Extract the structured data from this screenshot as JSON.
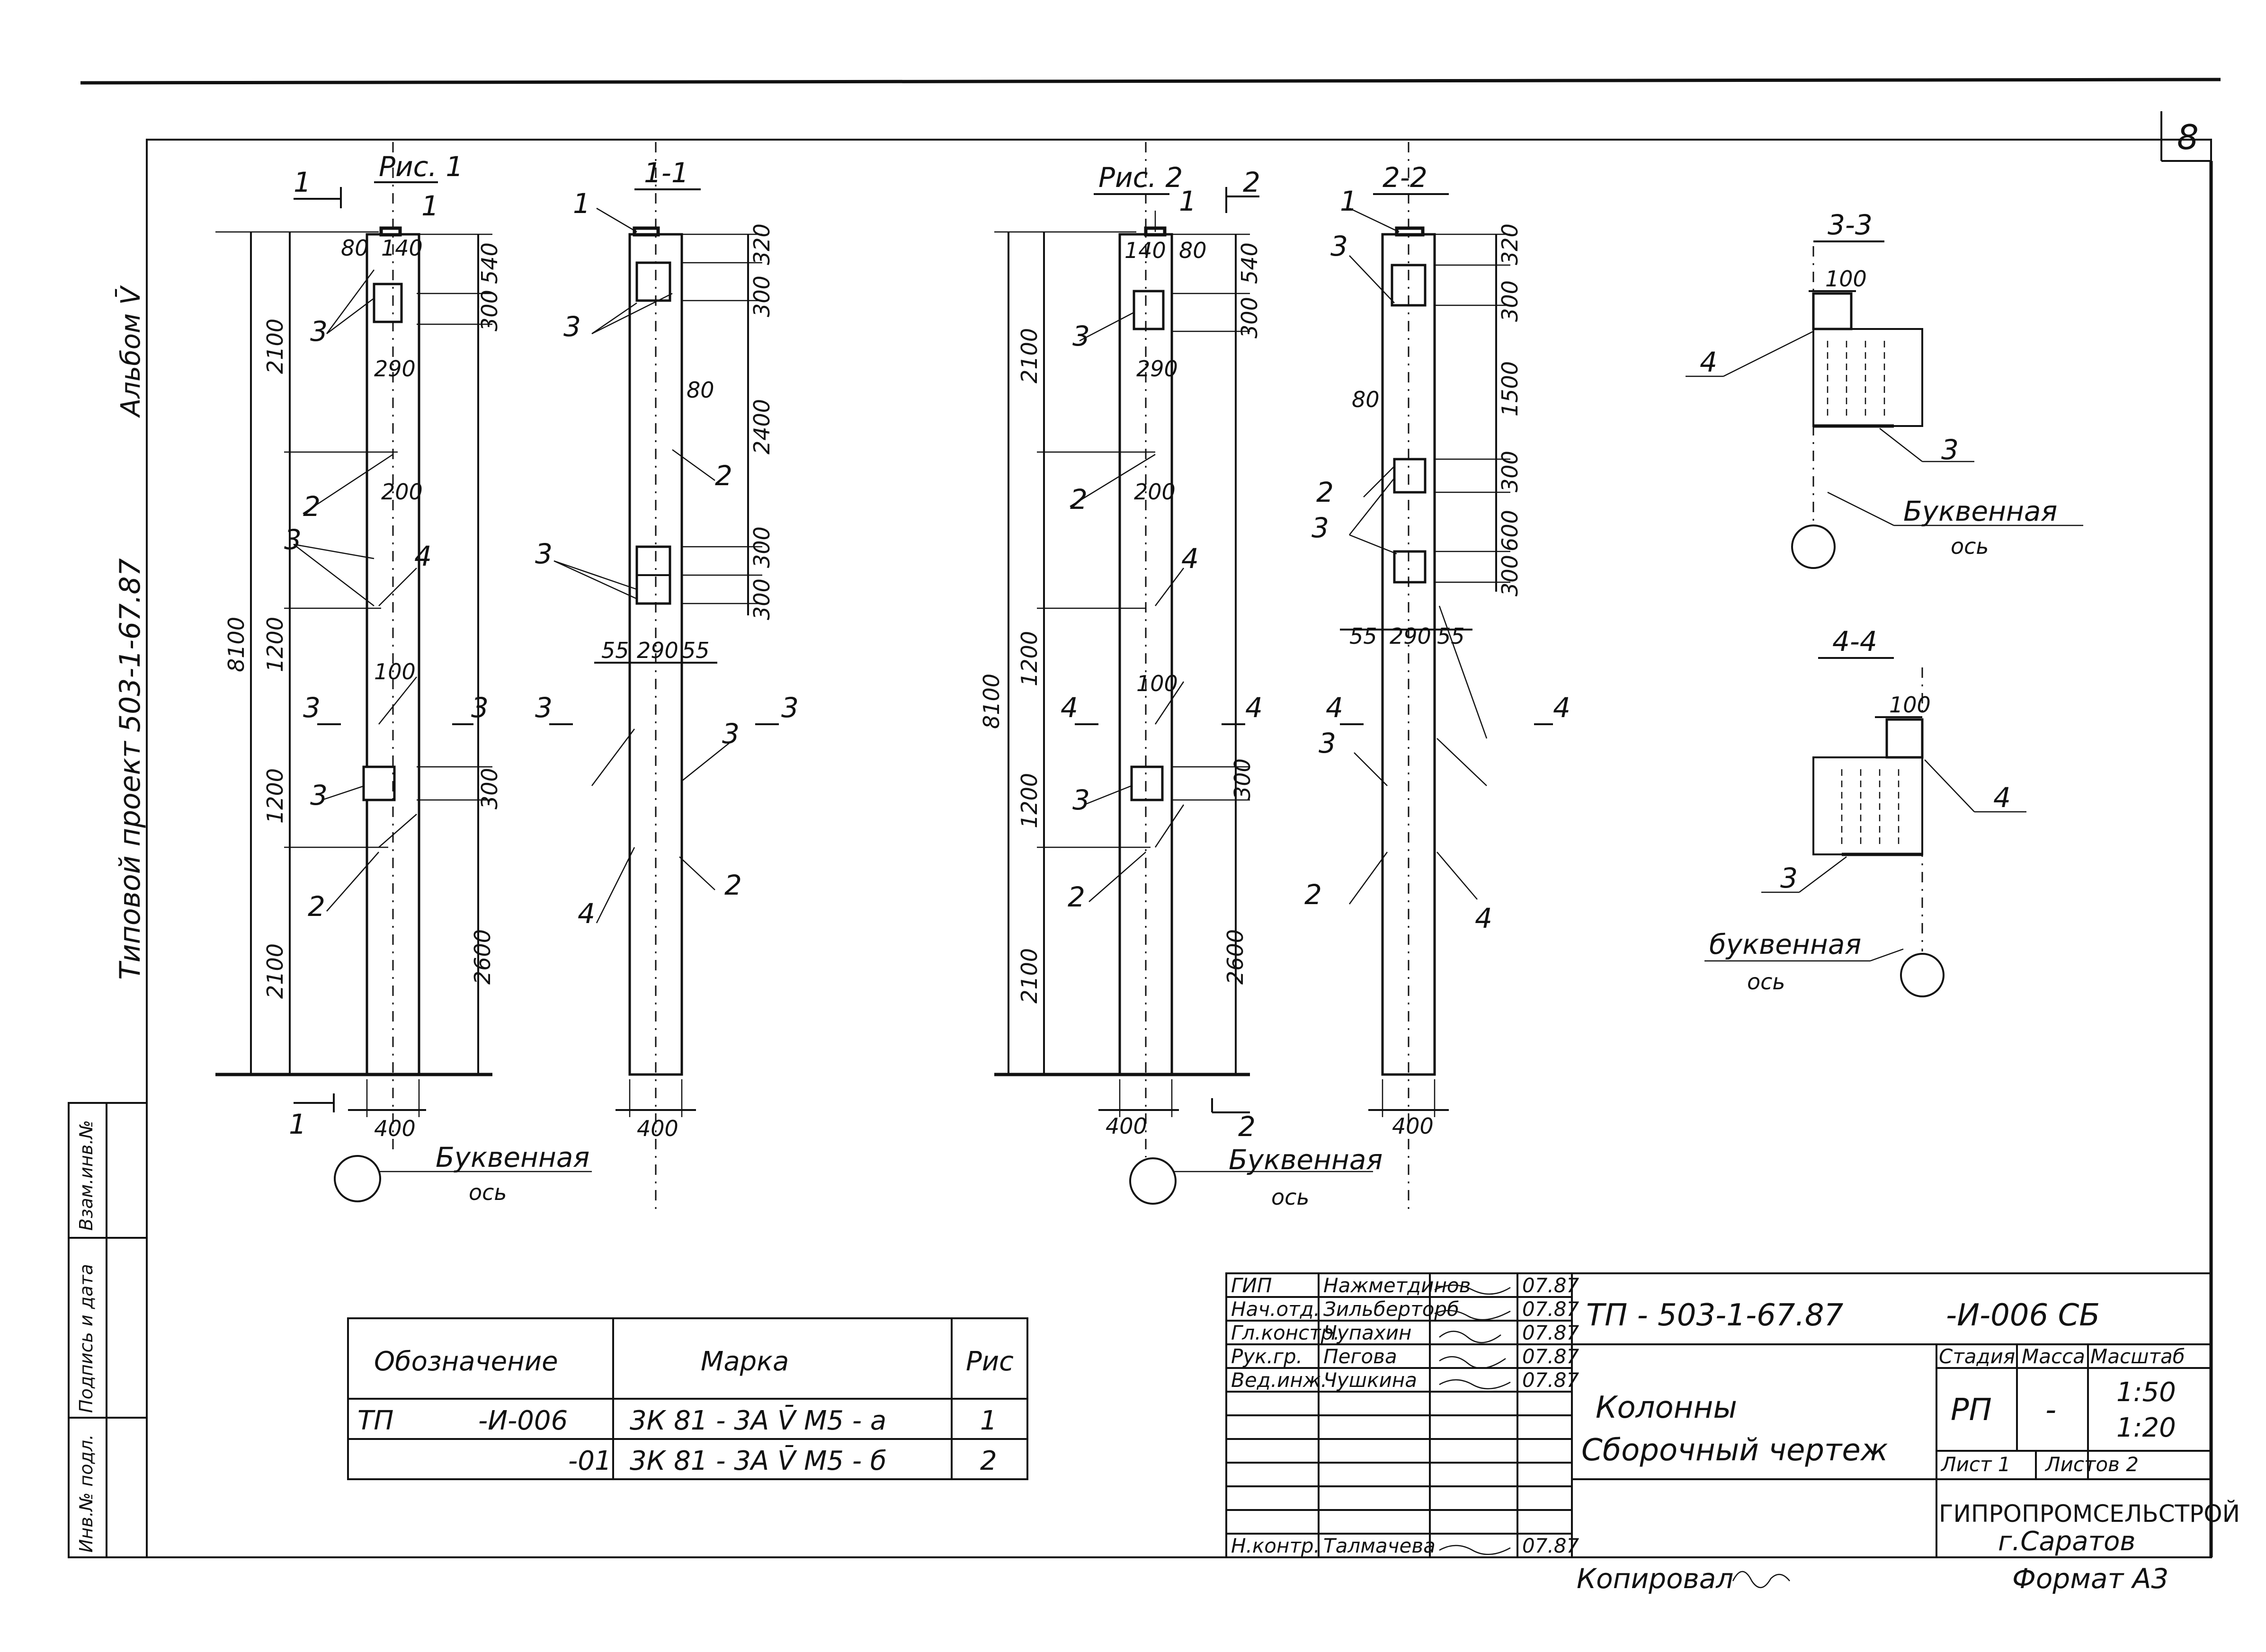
{
  "sheet": {
    "page_number": "8",
    "side_album": "Альбом V̄",
    "side_project": "Типовой проект 503-1-67.87",
    "copied_by": "Копировал",
    "format": "Формат А3",
    "side_stamp": [
      "Инв.№ подл.",
      "Подпись и дата",
      "Взам.инв.№"
    ]
  },
  "views": {
    "fig1": "Рис. 1",
    "sec11": "1-1",
    "fig2": "Рис. 2",
    "sec22": "2-2",
    "sec33": "3-3",
    "sec44": "4-4",
    "axis_label_1": "Буквенная",
    "axis_label_2": "ось",
    "axis_label_small": "буквенная"
  },
  "dimensions": {
    "total": "8100",
    "d2100": "2100",
    "d1200": "1200",
    "d2600": "2600",
    "d2400": "2400",
    "d1500": "1500",
    "d600": "600",
    "d540": "540",
    "d320": "320",
    "d300": "300",
    "d290": "290",
    "d200": "200",
    "d140": "140",
    "d100": "100",
    "d80": "80",
    "d55": "55",
    "d400": "400"
  },
  "marks": [
    "1",
    "2",
    "3",
    "4"
  ],
  "spec_table": {
    "headers": [
      "Обозначение",
      "Марка",
      "Рис"
    ],
    "rows": [
      {
        "designation_prefix": "ТП",
        "designation": "-И-006",
        "mark": "3К 81 - 3А V̄ М5 - а",
        "fig": "1"
      },
      {
        "designation_prefix": "",
        "designation": "-01",
        "mark": "3К 81 - 3А V̄ М5 - б",
        "fig": "2"
      }
    ]
  },
  "title_block": {
    "code": "ТП - 503-1-67.87",
    "doc_code": "-И-006 СБ",
    "name_line1": "Колонны",
    "name_line2": "Сборочный чертеж",
    "stage_header": "Стадия",
    "mass_header": "Масса",
    "scale_header": "Масштаб",
    "stage": "РП",
    "mass": "-",
    "scale1": "1:50",
    "scale2": "1:20",
    "sheet": "Лист 1",
    "sheets": "Листов 2",
    "org1": "ГИПРОПРОМСЕЛЬСТРОЙ",
    "org2": "г.Саратов",
    "signers": [
      {
        "role": "ГИП",
        "name": "Нажметдинов",
        "date": "07.87"
      },
      {
        "role": "Нач.отд.",
        "name": "Зильберторб",
        "date": "07.87"
      },
      {
        "role": "Гл.констр.",
        "name": "Чупахин",
        "date": "07.87"
      },
      {
        "role": "Рук.гр.",
        "name": "Пегова",
        "date": "07.87"
      },
      {
        "role": "Вед.инж.",
        "name": "Чушкина",
        "date": "07.87"
      },
      {
        "role": "Н.контр.",
        "name": "Талмачева",
        "date": "07.87"
      }
    ]
  }
}
